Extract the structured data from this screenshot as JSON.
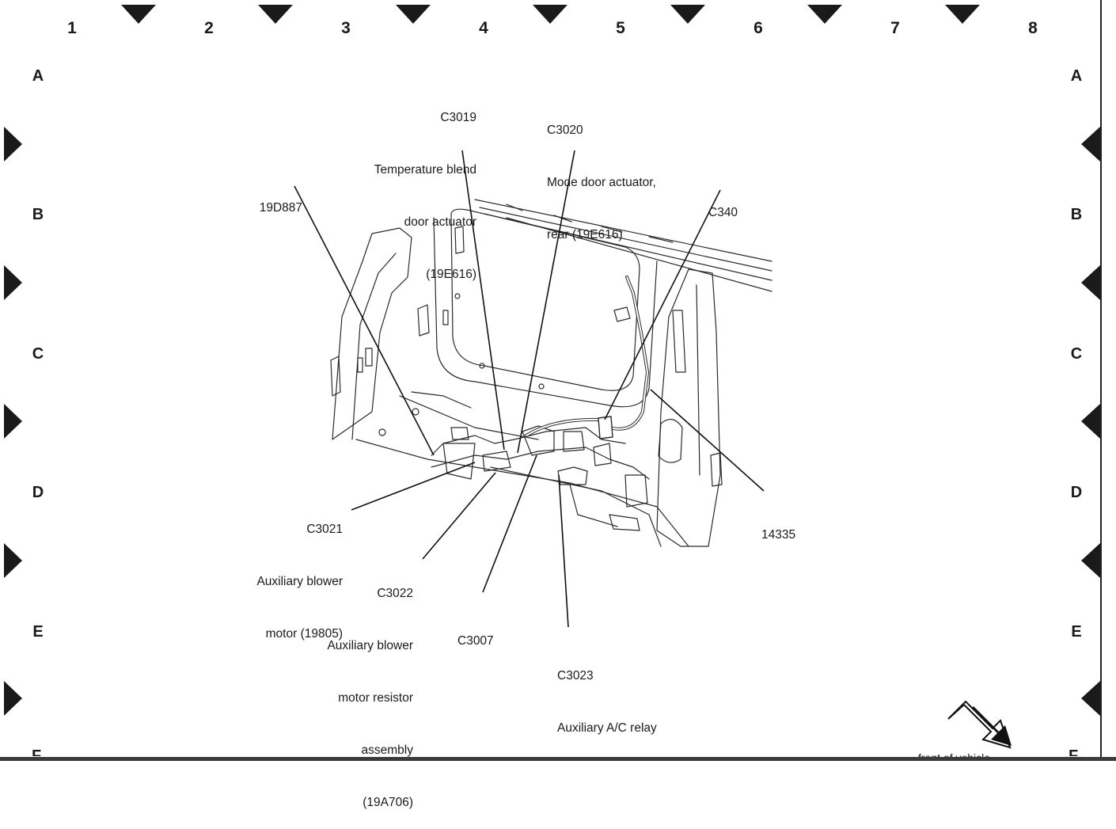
{
  "grid": {
    "columns": [
      "1",
      "2",
      "3",
      "4",
      "5",
      "6",
      "7",
      "8"
    ],
    "rows": [
      "A",
      "B",
      "C",
      "D",
      "E"
    ],
    "cut_row": "F"
  },
  "callouts": {
    "c3019": {
      "lines": [
        "C3019",
        "Temperature blend",
        "door actuator",
        "(19E616)"
      ]
    },
    "c3020": {
      "lines": [
        "C3020",
        "Mode door actuator,",
        "rear (19E616)"
      ]
    },
    "part_19d887": {
      "lines": [
        "19D887"
      ]
    },
    "c340": {
      "lines": [
        "C340"
      ]
    },
    "part_14335": {
      "lines": [
        "14335"
      ]
    },
    "c3021": {
      "lines": [
        "C3021",
        "Auxiliary blower",
        "motor (19805)"
      ]
    },
    "c3022": {
      "lines": [
        "C3022",
        "Auxiliary blower",
        "motor resistor",
        "assembly",
        "(19A706)"
      ]
    },
    "c3007": {
      "lines": [
        "C3007"
      ]
    },
    "c3023": {
      "lines": [
        "C3023",
        "Auxiliary A/C relay"
      ]
    }
  },
  "front_label": "front of vehicle"
}
